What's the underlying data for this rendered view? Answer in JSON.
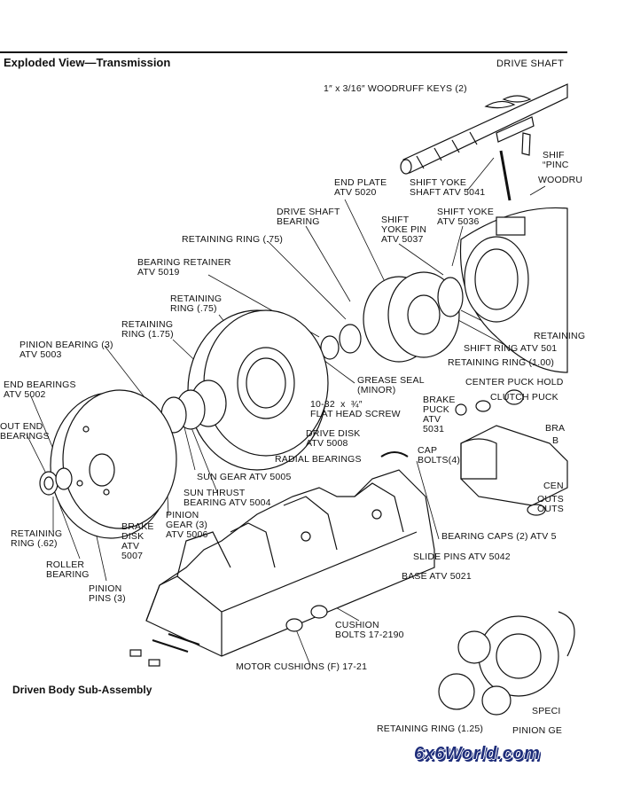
{
  "header": {
    "title": "Exploded View—Transmission",
    "section": "DRIVE SHAFT"
  },
  "subtitle": "Driven Body Sub-Assembly",
  "logo_text": "6x6World.com",
  "labels": {
    "woodruff": "1″ x 3/16″ WOODRUFF KEYS (2)",
    "shift_pin": "SHIF\n“PINC",
    "woodru": "WOODRU",
    "end_plate": "END PLATE\nATV 5020",
    "shift_yoke_shaft": "SHIFT YOKE\nSHAFT ATV 5041",
    "shift_yoke": "SHIFT YOKE\nATV 5036",
    "drive_shaft_bearing": "DRIVE SHAFT\nBEARING",
    "shift_yoke_pin": "SHIFT\nYOKE PIN\nATV 5037",
    "retaining_ring_75a": "RETAINING RING (.75)",
    "bearing_retainer": "BEARING RETAINER\nATV 5019",
    "retaining_ring_75b": "RETAINING\nRING (.75)",
    "retaining_ring_175": "RETAINING\nRING (1.75)",
    "pinion_bearing": "PINION BEARING (3)\nATV 5003",
    "retaining_right": "RETAINING",
    "shift_ring": "SHIFT RING ATV 501",
    "retaining_ring_100": "RETAINING RING (1.00)",
    "end_bearings": "END BEARINGS\nATV 5002",
    "grease_seal": "GREASE SEAL\n(MINOR)",
    "center_puck": "CENTER PUCK HOLD",
    "clutch_puck": "CLUTCH PUCK",
    "flat_head_screw": "10-32  x  ¾″\nFLAT HEAD SCREW",
    "brake_puck": "BRAKE\nPUCK\nATV\n5031",
    "out_end": "OUT END\nBEARINGS",
    "drive_disk": "DRIVE DISK\nATV 5008",
    "cap_bolts": "CAP\nBOLTS(4)",
    "bra": "BRA",
    "b": "B",
    "radial_bearings": "RADIAL BEARINGS",
    "sun_gear": "SUN GEAR ATV 5005",
    "cen": "CEN",
    "outs": "OUTS\nOUTS",
    "sun_thrust": "SUN THRUST\nBEARING ATV 5004",
    "pinion_gear": "PINION\nGEAR (3)\nATV 5006",
    "retaining_ring_62": "RETAINING\nRING (.62)",
    "brake_disk": "BRAKE\nDISK\nATV\n5007",
    "bearing_caps": "BEARING CAPS (2) ATV 5",
    "slide_pins": "SLIDE PINS ATV 5042",
    "roller_bearing": "ROLLER\nBEARING",
    "base": "BASE ATV 5021",
    "pinion_pins": "PINION\nPINS (3)",
    "cushion_bolts": "CUSHION\nBOLTS 17-2190",
    "motor_cushions": "MOTOR CUSHIONS (F) 17-21",
    "speci": "SPECI",
    "retaining_ring_125": "RETAINING RING (1.25)",
    "pinion_ge": "PINION GE"
  }
}
